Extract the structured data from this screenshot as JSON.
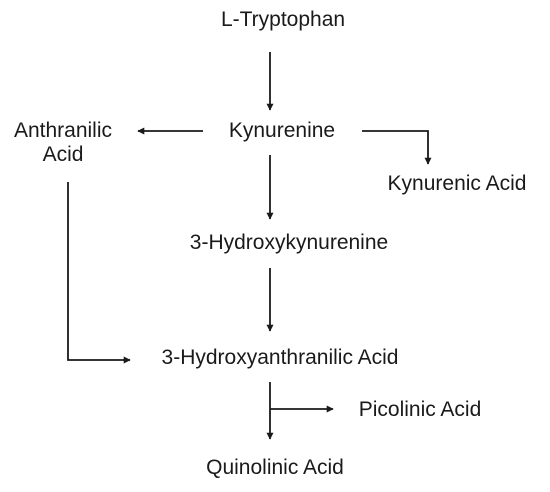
{
  "pathway": {
    "nodes": {
      "tryptophan": "L-Tryptophan",
      "kynurenine": "Kynurenine",
      "anthranilic_line1": "Anthranilic",
      "anthranilic_line2": "Acid",
      "kynurenic": "Kynurenic Acid",
      "hydroxykynurenine": "3-Hydroxykynurenine",
      "hydroxyanthranilic": "3-Hydroxyanthranilic Acid",
      "picolinic": "Picolinic Acid",
      "quinolinic": "Quinolinic Acid"
    },
    "colors": {
      "text": "#1a1a1a",
      "arrow": "#1a1a1a",
      "background": "#ffffff"
    }
  }
}
